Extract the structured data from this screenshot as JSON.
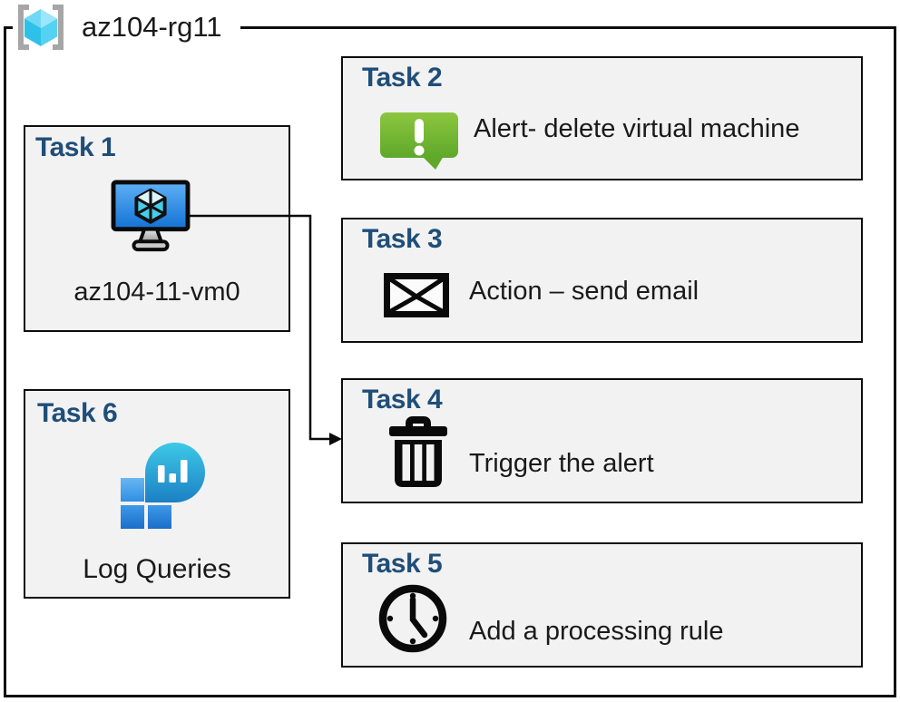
{
  "header": {
    "resource_group_label": "az104-rg11",
    "icon": "resource-group-icon"
  },
  "tasks": [
    {
      "title": "Task 1",
      "label": "az104-11-vm0",
      "icon": "virtual-machine-icon"
    },
    {
      "title": "Task 2",
      "label": "Alert- delete virtual machine",
      "icon": "alert-message-icon"
    },
    {
      "title": "Task 3",
      "label": "Action – send email",
      "icon": "email-envelope-icon"
    },
    {
      "title": "Task 4",
      "label": "Trigger the alert",
      "icon": "trash-icon"
    },
    {
      "title": "Task 5",
      "label": "Add a processing rule",
      "icon": "clock-icon"
    },
    {
      "title": "Task 6",
      "label": "Log Queries",
      "icon": "log-queries-icon"
    }
  ],
  "connector": {
    "from": "Task 1 virtual machine",
    "to": "Task 4",
    "style": "elbow-arrow"
  },
  "colors": {
    "task_title_blue": "#1f4e79",
    "box_fill": "#f2f2f2",
    "box_border": "#0d0d0d",
    "alert_green_top": "#8cc63f",
    "alert_green_bottom": "#5fa82a",
    "vm_screen_top": "#5fb0f5",
    "vm_screen_bottom": "#1272d4",
    "log_bubble_top": "#3ec9e7",
    "log_bubble_bottom": "#1c80c4",
    "cube_cyan": "#50d5f5",
    "bracket_gray": "#a6a6a6"
  }
}
